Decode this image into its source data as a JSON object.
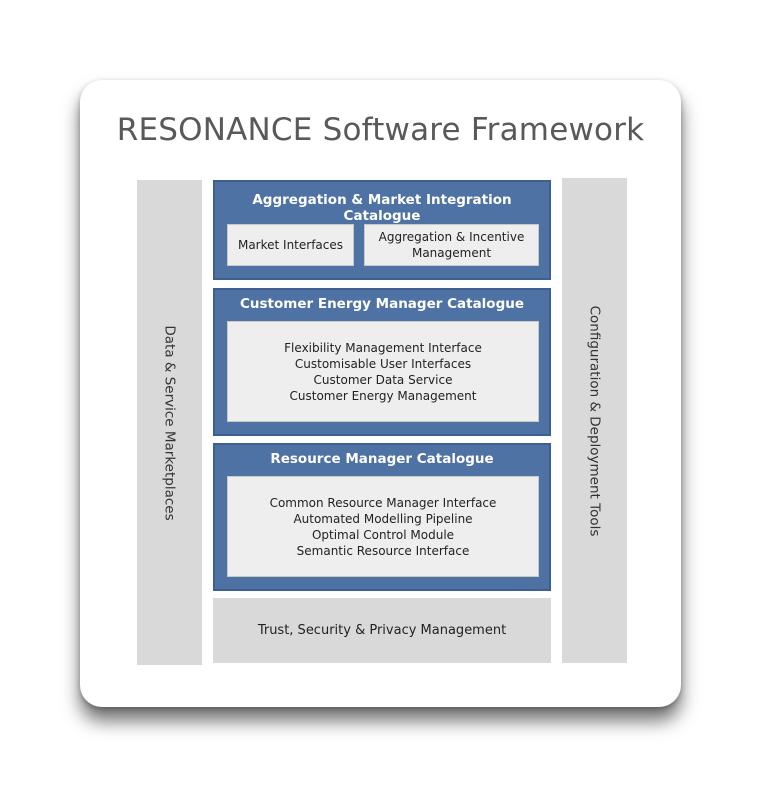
{
  "title": "RESONANCE Software Framework",
  "left_sidebar": {
    "label": "Data & Service Marketplaces"
  },
  "right_sidebar": {
    "label": "Configuration & Deployment Tools"
  },
  "catalogues": {
    "aggregation": {
      "title": "Aggregation & Market Integration Catalogue",
      "items": [
        "Market Interfaces",
        "Aggregation & Incentive",
        "Management"
      ]
    },
    "customer_energy_manager": {
      "title": "Customer Energy Manager Catalogue",
      "items": [
        "Flexibility Management Interface",
        "Customisable User Interfaces",
        "Customer Data Service",
        "Customer Energy Management"
      ]
    },
    "resource_manager": {
      "title": "Resource Manager Catalogue",
      "items": [
        "Common Resource Manager Interface",
        "Automated Modelling Pipeline",
        "Optimal Control Module",
        "Semantic Resource Interface"
      ]
    }
  },
  "trust_layer": {
    "label": "Trust, Security & Privacy Management"
  },
  "colors": {
    "catalogue_blue": "#4f72a4",
    "sidebar_grey": "#d9d9d9",
    "inner_box": "#eeeeee",
    "title_grey": "#595959"
  }
}
